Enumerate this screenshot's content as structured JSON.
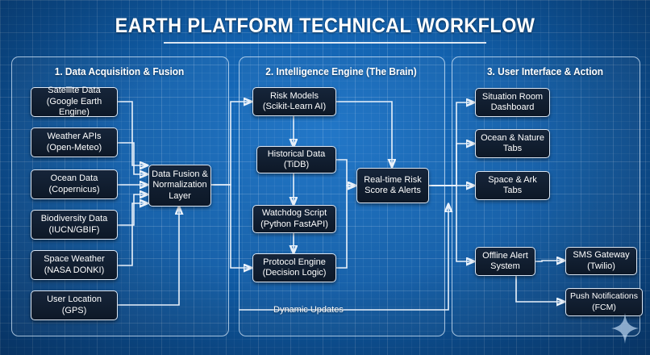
{
  "title": "EARTH PLATFORM TECHNICAL WORKFLOW",
  "colors": {
    "background": "#1160ad",
    "grid_line": "#ffffff",
    "node_fill": "#101c2e",
    "node_border": "#dbe7f5",
    "text": "#ffffff",
    "connector": "#eaf2fb"
  },
  "panels": [
    {
      "id": "acquisition",
      "title": "1. Data Acquisition & Fusion"
    },
    {
      "id": "intelligence",
      "title": "2. Intelligence Engine (The Brain)"
    },
    {
      "id": "interface",
      "title": "3. User Interface & Action"
    }
  ],
  "nodes": {
    "satellite": {
      "line1": "Satellite Data",
      "line2": "(Google Earth Engine)"
    },
    "weather": {
      "line1": "Weather APIs",
      "line2": "(Open-Meteo)"
    },
    "ocean": {
      "line1": "Ocean Data",
      "line2": "(Copernicus)"
    },
    "biodiversity": {
      "line1": "Biodiversity Data",
      "line2": "(IUCN/GBIF)"
    },
    "spaceweather": {
      "line1": "Space Weather",
      "line2": "(NASA DONKI)"
    },
    "userlocation": {
      "line1": "User Location",
      "line2": "(GPS)"
    },
    "fusion": {
      "line1": "Data Fusion &",
      "line2": "Normalization",
      "line3": "Layer"
    },
    "riskmodels": {
      "line1": "Risk Models",
      "line2": "(Scikit-Learn AI)"
    },
    "historical": {
      "line1": "Historical Data",
      "line2": "(TiDB)"
    },
    "watchdog": {
      "line1": "Watchdog Script",
      "line2": "(Python FastAPI)"
    },
    "protocol": {
      "line1": "Protocol Engine",
      "line2": "(Decision Logic)"
    },
    "realtime": {
      "line1": "Real-time Risk",
      "line2": "Score & Alerts"
    },
    "situation": {
      "line1": "Situation Room",
      "line2": "Dashboard"
    },
    "oceantabs": {
      "line1": "Ocean & Nature",
      "line2": "Tabs"
    },
    "spacetabs": {
      "line1": "Space & Ark",
      "line2": "Tabs"
    },
    "offline": {
      "line1": "Offline Alert",
      "line2": "System"
    },
    "sms": {
      "line1": "SMS Gateway",
      "line2": "(Twilio)"
    },
    "push": {
      "line1": "Push Notifications",
      "line2": "(FCM)"
    }
  },
  "labels": {
    "dynamic_updates": "Dynamic Updates"
  }
}
